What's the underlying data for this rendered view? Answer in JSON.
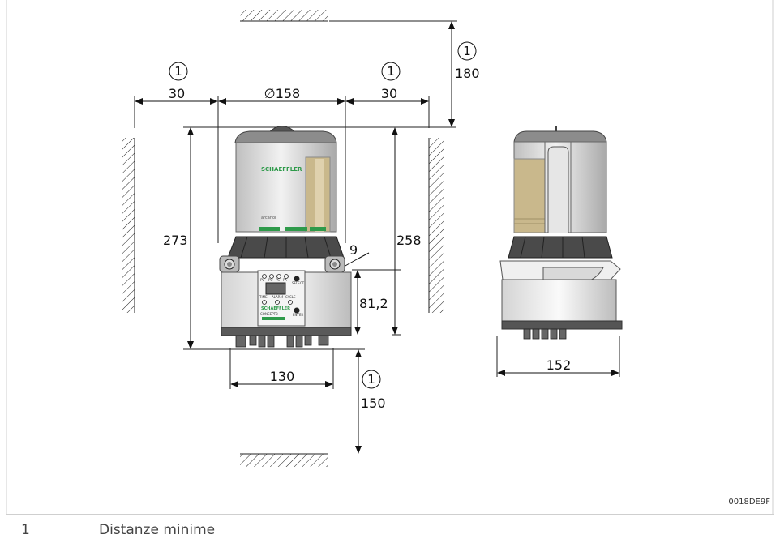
{
  "dimensions": {
    "d30_left": "30",
    "d158": "∅158",
    "d30_right": "30",
    "d180": "180",
    "d273": "273",
    "d258": "258",
    "d9": "9",
    "d81": "81,2",
    "d130": "130",
    "d150": "150",
    "d152": "152"
  },
  "callouts": {
    "ref1": "1"
  },
  "product": {
    "brand": "SCHAEFFLER",
    "model": "arcanol",
    "panel_labels": [
      "PV",
      "PO",
      "PS",
      "PA",
      "SELECT",
      "TIME",
      "ALARM",
      "CYCLE",
      "ENTER",
      "CONCEPT8"
    ]
  },
  "image_code": "0018DE9F",
  "legend": {
    "number": "1",
    "text": "Distanze minime"
  },
  "colors": {
    "accent_green": "#2e9a4a",
    "line": "#333333",
    "body_dark": "#4a4a4a"
  }
}
